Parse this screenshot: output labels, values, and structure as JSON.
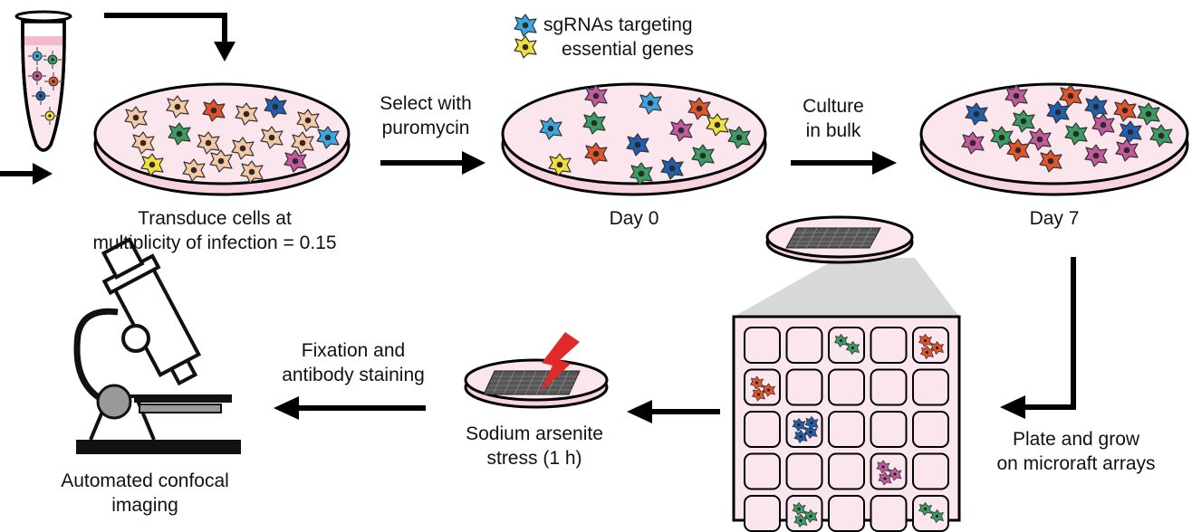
{
  "labels": {
    "transduce": [
      "Transduce cells at",
      "multiplicity of infection = 0.15"
    ],
    "select": [
      "Select with",
      "puromycin"
    ],
    "sgrna": [
      "sgRNAs targeting",
      "essential genes"
    ],
    "day0": "Day 0",
    "culture": [
      "Culture",
      "in bulk"
    ],
    "day7": "Day 7",
    "plate": [
      "Plate and grow",
      "on microraft arrays"
    ],
    "arsenite": [
      "Sodium arsenite",
      "stress (1 h)"
    ],
    "fixation": [
      "Fixation and",
      "antibody staining"
    ],
    "imaging": [
      "Automated confocal",
      "imaging"
    ]
  },
  "colors": {
    "dish_fill": "#fbe6ee",
    "dish_rim": "#f7d3e0",
    "cell_peach": "#f5c9a6",
    "cell_green": "#3a9e63",
    "cell_red": "#e4542c",
    "cell_blue": "#1f5fae",
    "cell_magenta": "#c45a9e",
    "cell_yellow": "#f2e03c",
    "cell_cyan": "#3aa7e0",
    "bolt": "#e02a2a"
  },
  "icons": [
    "tube-icon",
    "petri-dish-icon",
    "cell-icon",
    "microraft-array-icon",
    "lightning-bolt-icon",
    "microscope-icon",
    "arrow-icon"
  ]
}
